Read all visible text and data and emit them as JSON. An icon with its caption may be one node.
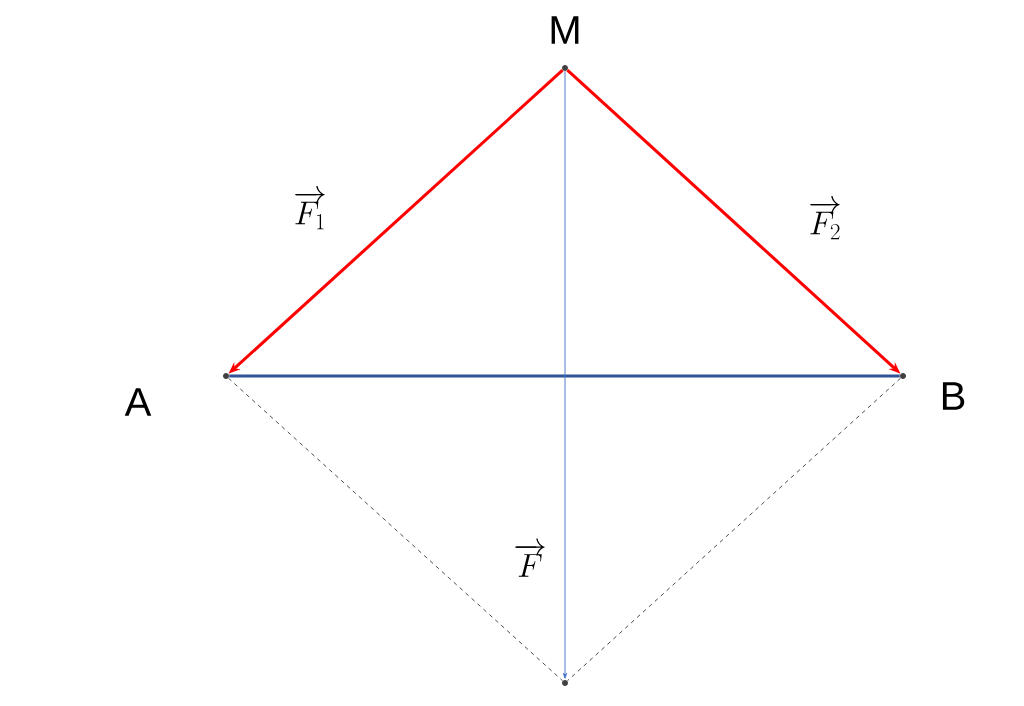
{
  "diagram": {
    "nodes": [
      {
        "text": [],
        "shape": "point",
        "beside": [
          "M"
        ]
      },
      {
        "text": [],
        "shape": "point",
        "beside": [
          "A"
        ]
      },
      {
        "text": [],
        "shape": "point",
        "beside": [
          "B"
        ]
      },
      {
        "text": [],
        "shape": "point"
      }
    ],
    "edges": [
      {
        "from": 0,
        "to": 1,
        "arrow": "to",
        "style": "thick",
        "color": "#ff0000",
        "label": "\\overrightarrow{F_1}"
      },
      {
        "from": 0,
        "to": 2,
        "arrow": "to",
        "style": "thick",
        "color": "#ff0000",
        "label": "\\overrightarrow{F_2}"
      },
      {
        "from": 1,
        "to": 2,
        "arrow": "none",
        "style": "thick",
        "color": "#2f5597"
      },
      {
        "from": 0,
        "to": 3,
        "arrow": "to",
        "color": "#4472c4",
        "label": "\\overrightarrow{F}"
      },
      {
        "from": 1,
        "to": 3,
        "arrow": "none",
        "style": "dashed",
        "color": "#404040"
      },
      {
        "from": 2,
        "to": 3,
        "arrow": "none",
        "style": "dashed",
        "color": "#404040"
      }
    ]
  }
}
